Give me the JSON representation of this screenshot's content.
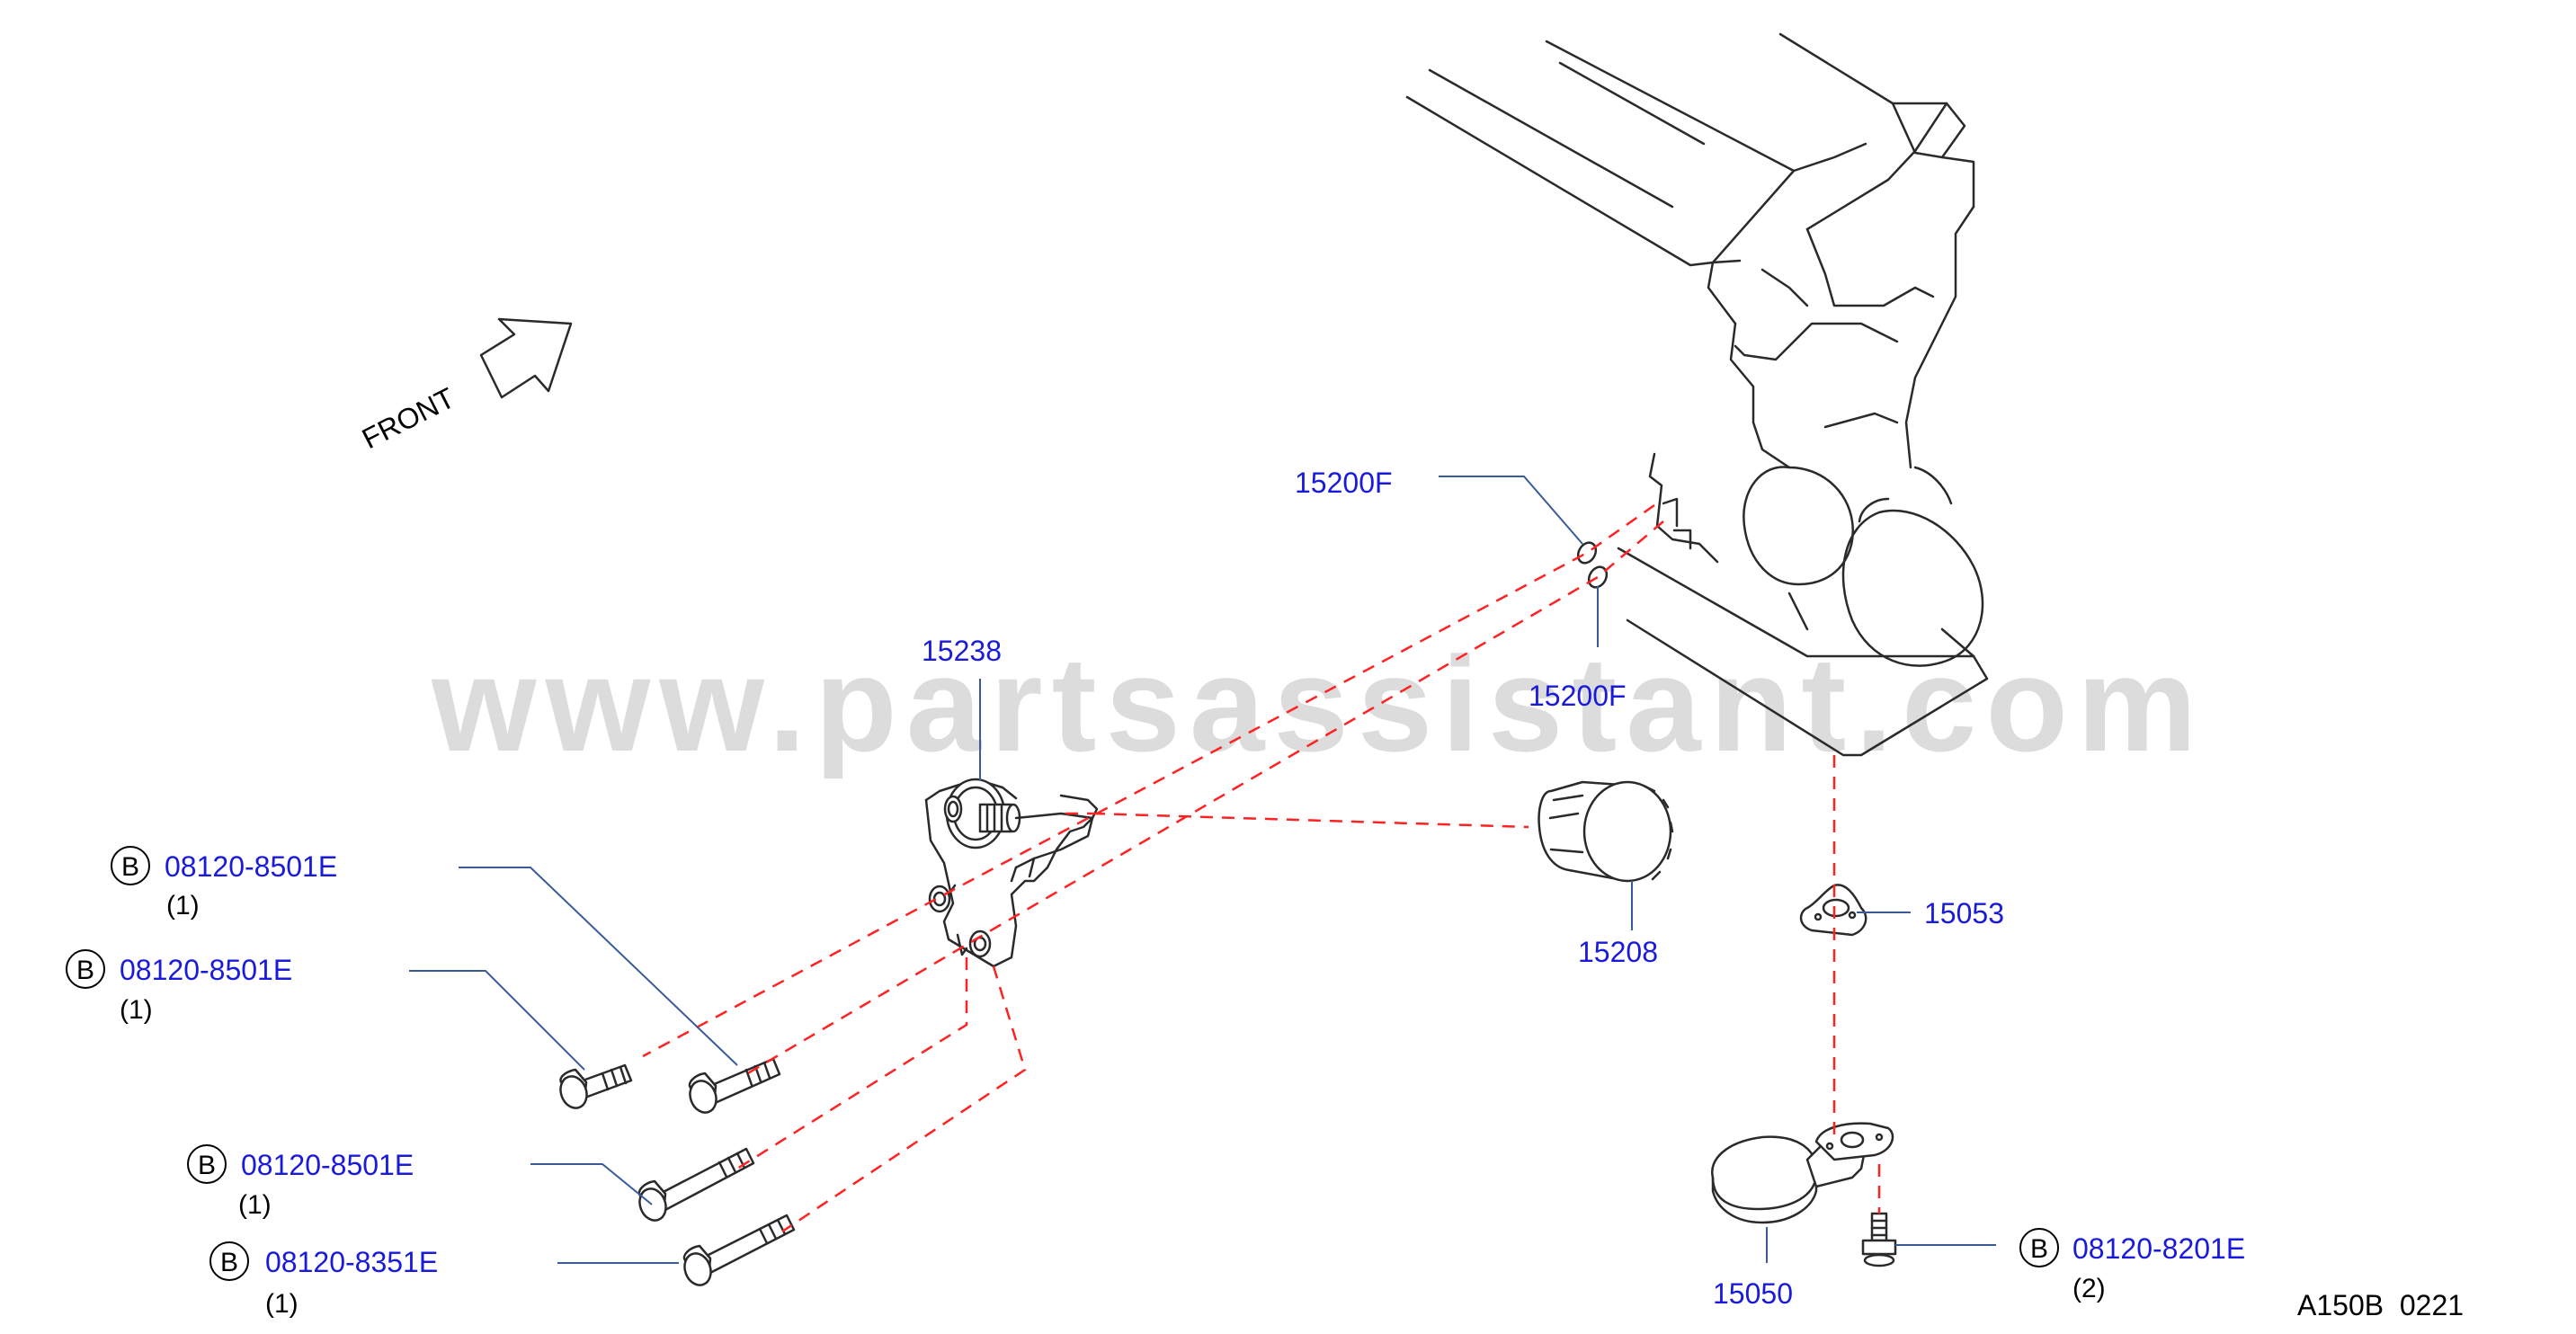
{
  "watermark": "www.partsassistant.com",
  "direction_label": "FRONT",
  "diagram_code": "A150B  0221",
  "parts": {
    "oring_upper": "15200F",
    "oring_lower": "15200F",
    "oil_filter_bracket": "15238",
    "oil_filter": "15208",
    "gasket": "15053",
    "strainer": "15050"
  },
  "bolts": [
    {
      "badge": "B",
      "part_no": "08120-8501E",
      "qty": "(1)"
    },
    {
      "badge": "B",
      "part_no": "08120-8501E",
      "qty": "(1)"
    },
    {
      "badge": "B",
      "part_no": "08120-8501E",
      "qty": "(1)"
    },
    {
      "badge": "B",
      "part_no": "08120-8351E",
      "qty": "(1)"
    },
    {
      "badge": "B",
      "part_no": "08120-8201E",
      "qty": "(2)"
    }
  ],
  "colors": {
    "part_number": "#1a1adb",
    "dashed_line": "#ff2222",
    "leader": "#3a5a9a",
    "watermark": "#dcdcdc"
  }
}
